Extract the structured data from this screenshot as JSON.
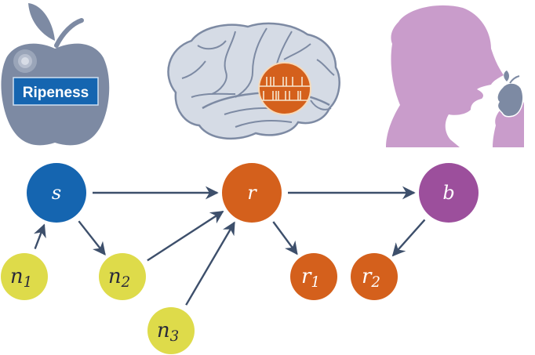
{
  "illustrations": {
    "apple": {
      "label": "Ripeness",
      "body_color": "#7d8aa3",
      "label_bg": "#1565b0"
    },
    "brain": {
      "body_color": "#d5dbe5",
      "outline_color": "#7d8aa3",
      "patch_color": "#d4601c"
    },
    "person": {
      "silhouette_color": "#c99ccb",
      "apple_color": "#7d8aa3"
    }
  },
  "graph": {
    "edge_color": "#3d4f6b",
    "nodes": [
      {
        "id": "s",
        "label": "s",
        "sub": "",
        "color": "#1565b0",
        "text_color": "#ffffff"
      },
      {
        "id": "r",
        "label": "r",
        "sub": "",
        "color": "#d4601c",
        "text_color": "#ffffff"
      },
      {
        "id": "b",
        "label": "b",
        "sub": "",
        "color": "#9c4f9c",
        "text_color": "#ffffff"
      },
      {
        "id": "n1",
        "label": "n",
        "sub": "1",
        "color": "#dedb4a",
        "text_color": "#2a2a3a"
      },
      {
        "id": "n2",
        "label": "n",
        "sub": "2",
        "color": "#dedb4a",
        "text_color": "#2a2a3a"
      },
      {
        "id": "n3",
        "label": "n",
        "sub": "3",
        "color": "#dedb4a",
        "text_color": "#2a2a3a"
      },
      {
        "id": "r1",
        "label": "r",
        "sub": "1",
        "color": "#d4601c",
        "text_color": "#ffffff"
      },
      {
        "id": "r2",
        "label": "r",
        "sub": "2",
        "color": "#d4601c",
        "text_color": "#ffffff"
      }
    ],
    "edges": [
      {
        "from": "s",
        "to": "r"
      },
      {
        "from": "r",
        "to": "b"
      },
      {
        "from": "n1",
        "to": "s"
      },
      {
        "from": "s",
        "to": "n2"
      },
      {
        "from": "n2",
        "to": "r"
      },
      {
        "from": "n3",
        "to": "r"
      },
      {
        "from": "r",
        "to": "r1"
      },
      {
        "from": "b",
        "to": "r2"
      }
    ]
  }
}
